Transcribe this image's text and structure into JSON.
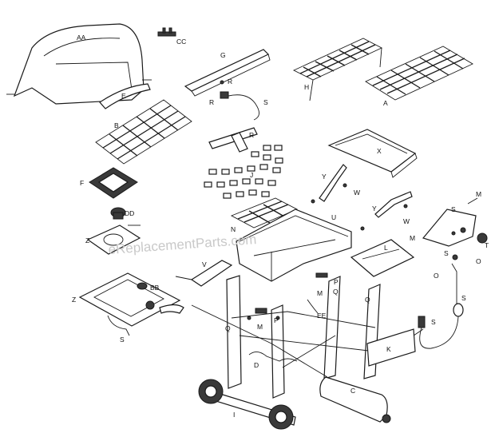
{
  "watermark": "eReplacementParts.com",
  "labels": {
    "AA": "AA",
    "CC": "CC",
    "G": "G",
    "H": "H",
    "A": "A",
    "E": "E",
    "R": "R",
    "S": "S",
    "B": "B",
    "X": "X",
    "J": "J",
    "Y": "Y",
    "W": "W",
    "F": "F",
    "M": "M",
    "DD": "DD",
    "U": "U",
    "N": "N",
    "Z": "Z",
    "T": "T",
    "L": "L",
    "V": "V",
    "BB": "BB",
    "O": "O",
    "P": "P",
    "Q": "Q",
    "EE": "EE",
    "K": "K",
    "D": "D",
    "I": "I",
    "C": "C"
  }
}
